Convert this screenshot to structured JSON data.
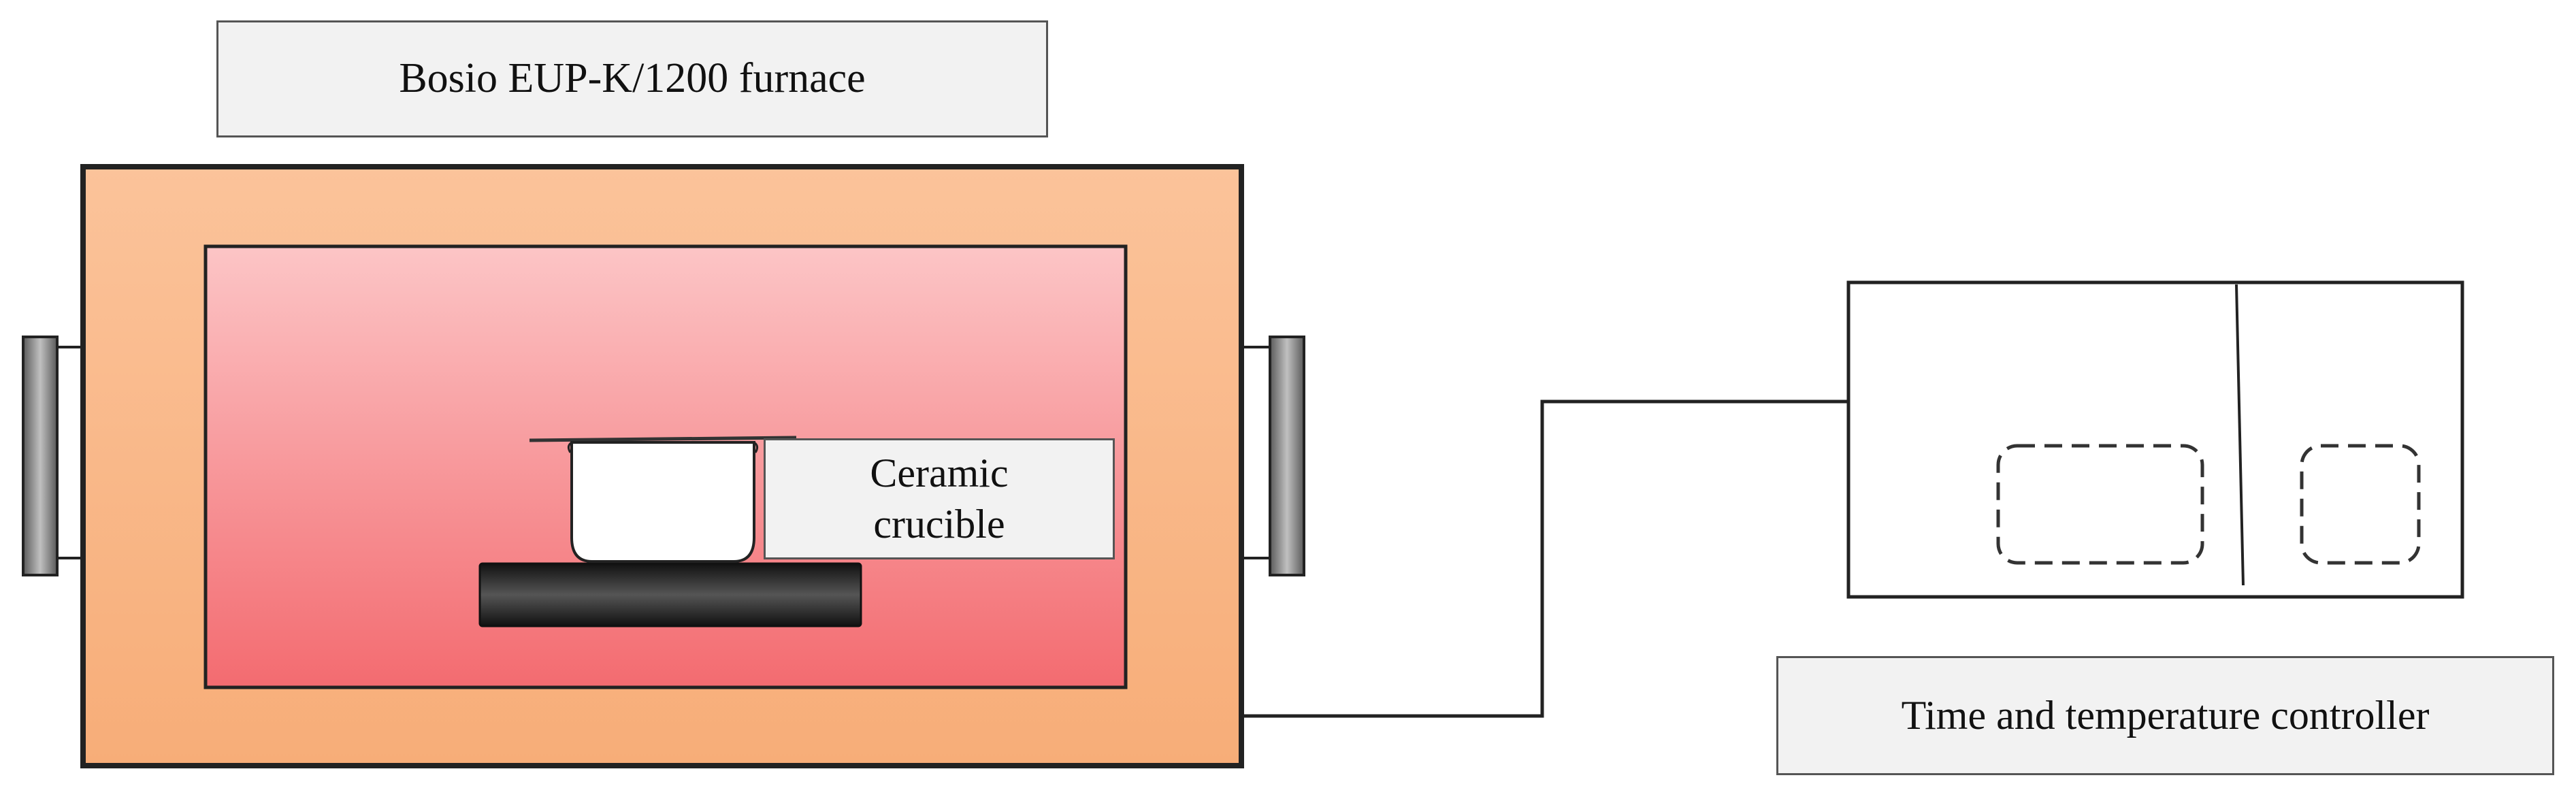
{
  "furnace": {
    "label": "Bosio EUP-K/1200 furnace",
    "body_color": "#f9b98a",
    "chamber_color_top": "#fcc5c6",
    "chamber_color_bottom": "#f36b70",
    "handle_color": "#8a8a8a"
  },
  "crucible": {
    "label_line1": "Ceramic",
    "label_line2": "crucible",
    "color": "#ffffff",
    "base_color": "#2a2a2a"
  },
  "controller": {
    "label": "Time and temperature controller",
    "panel_color": "#ffffff"
  },
  "colors": {
    "outline": "#222222",
    "label_fill": "#f2f2f2"
  }
}
